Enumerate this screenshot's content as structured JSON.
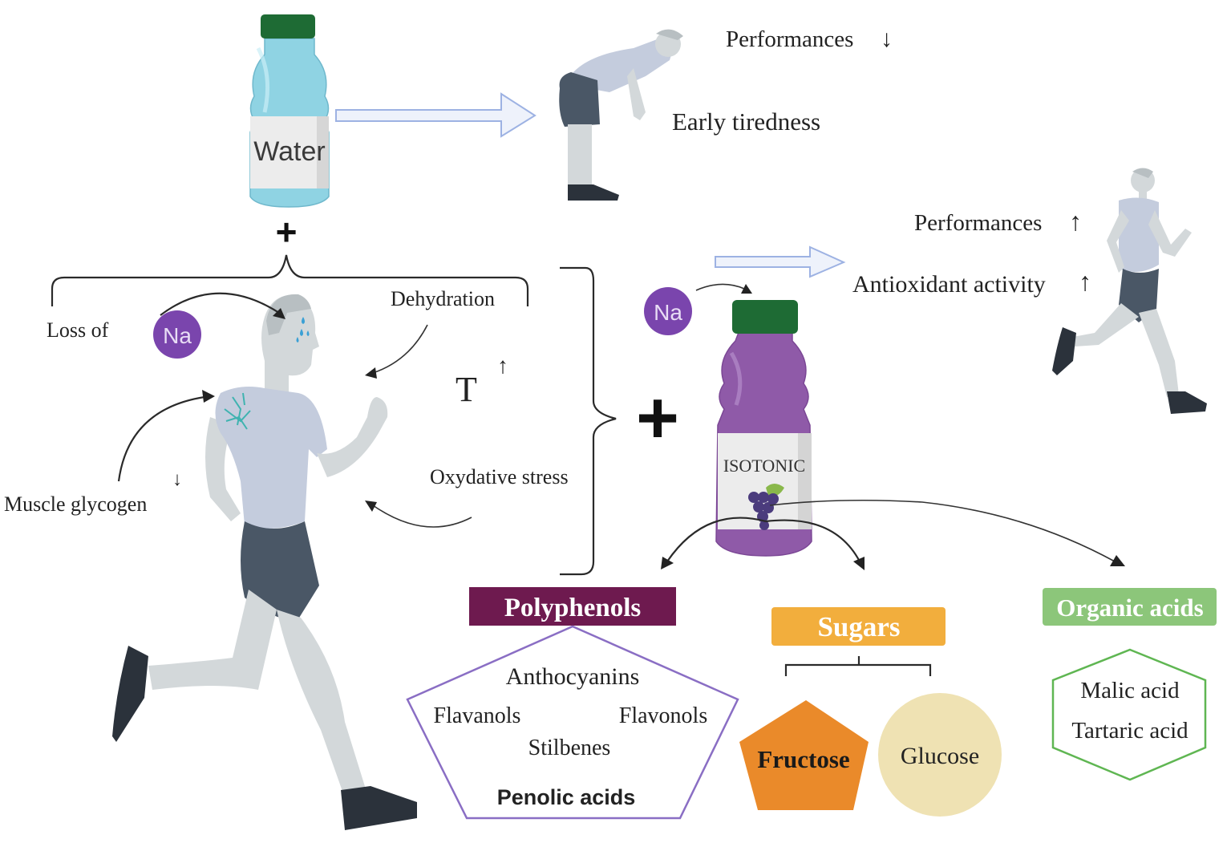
{
  "diagram": {
    "water_bottle": {
      "label": "Water",
      "cap_color": "#1e6b34",
      "body_color": "#8fd3e3"
    },
    "isotonic_bottle": {
      "label": "ISOTONIC",
      "cap_color": "#1e6b34",
      "body_color": "#8f5aa8"
    },
    "plus_sign": "+",
    "plus_sign_large": "+",
    "water_outcomes": {
      "performances": "Performances",
      "performances_arrow": "↓",
      "early_tiredness": "Early tiredness"
    },
    "isotonic_outcomes": {
      "performances": "Performances",
      "performances_arrow": "↑",
      "antioxidant": "Antioxidant activity",
      "antioxidant_arrow": "↑"
    },
    "runner_effects": {
      "loss_of": "Loss of",
      "sodium": "Na",
      "dehydration": "Dehydration",
      "temperature": "T",
      "temperature_arrow": "↑",
      "muscle_glycogen": "Muscle glycogen",
      "glycogen_arrow": "↓",
      "oxidative_stress": "Oxydative stress"
    },
    "isotonic_sodium": "Na",
    "components": {
      "polyphenols": {
        "title": "Polyphenols",
        "color": "#6e1a4f",
        "items": [
          "Anthocyanins",
          "Flavanols",
          "Flavonols",
          "Stilbenes",
          "Penolic acids"
        ],
        "shape_color": "#8a6ec4"
      },
      "sugars": {
        "title": "Sugars",
        "color": "#f2ae3d",
        "items": [
          {
            "label": "Fructose",
            "color": "#ea8a2a"
          },
          {
            "label": "Glucose",
            "color": "#efe2b3"
          }
        ]
      },
      "organic_acids": {
        "title": "Organic acids",
        "color": "#8cc67a",
        "items": [
          "Malic acid",
          "Tartaric acid"
        ],
        "shape_color": "#5fb652"
      }
    },
    "colors": {
      "sodium": "#7a45ad",
      "outline_arrow": "#9db2e3",
      "outline_arrow_fill": "#eef2fb"
    }
  }
}
